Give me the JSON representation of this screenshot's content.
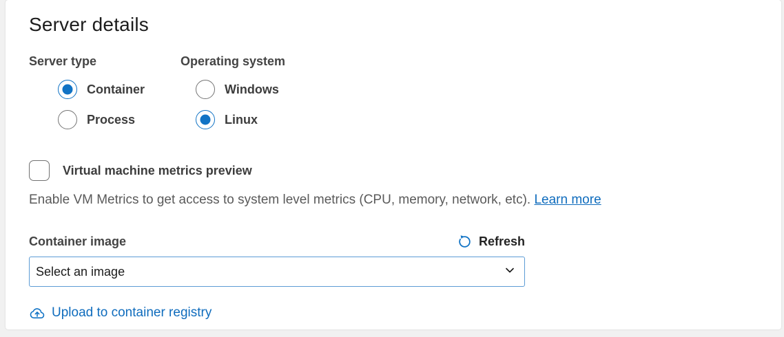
{
  "heading": "Server details",
  "server_type": {
    "label": "Server type",
    "options": [
      {
        "label": "Container",
        "selected": true
      },
      {
        "label": "Process",
        "selected": false
      }
    ]
  },
  "operating_system": {
    "label": "Operating system",
    "options": [
      {
        "label": "Windows",
        "selected": false
      },
      {
        "label": "Linux",
        "selected": true
      }
    ]
  },
  "vm_metrics": {
    "checkbox_label": "Virtual machine metrics preview",
    "checked": false,
    "description": "Enable VM Metrics to get access to system level metrics (CPU, memory, network, etc). ",
    "learn_more_label": "Learn more"
  },
  "container_image": {
    "label": "Container image",
    "refresh_label": "Refresh",
    "select_value": "Select an image"
  },
  "upload_link": {
    "label": "Upload to container registry"
  },
  "icons": {
    "refresh_icon": "circular-arrow",
    "chevron_icon": "chevron-down",
    "upload_icon": "cloud-upload-arrow"
  },
  "colors": {
    "accent_blue": "#1173c5",
    "link_blue": "#0f6cbd",
    "select_border": "#5b9bd5",
    "page_bg": "#f1f1f1",
    "card_bg": "#ffffff"
  }
}
